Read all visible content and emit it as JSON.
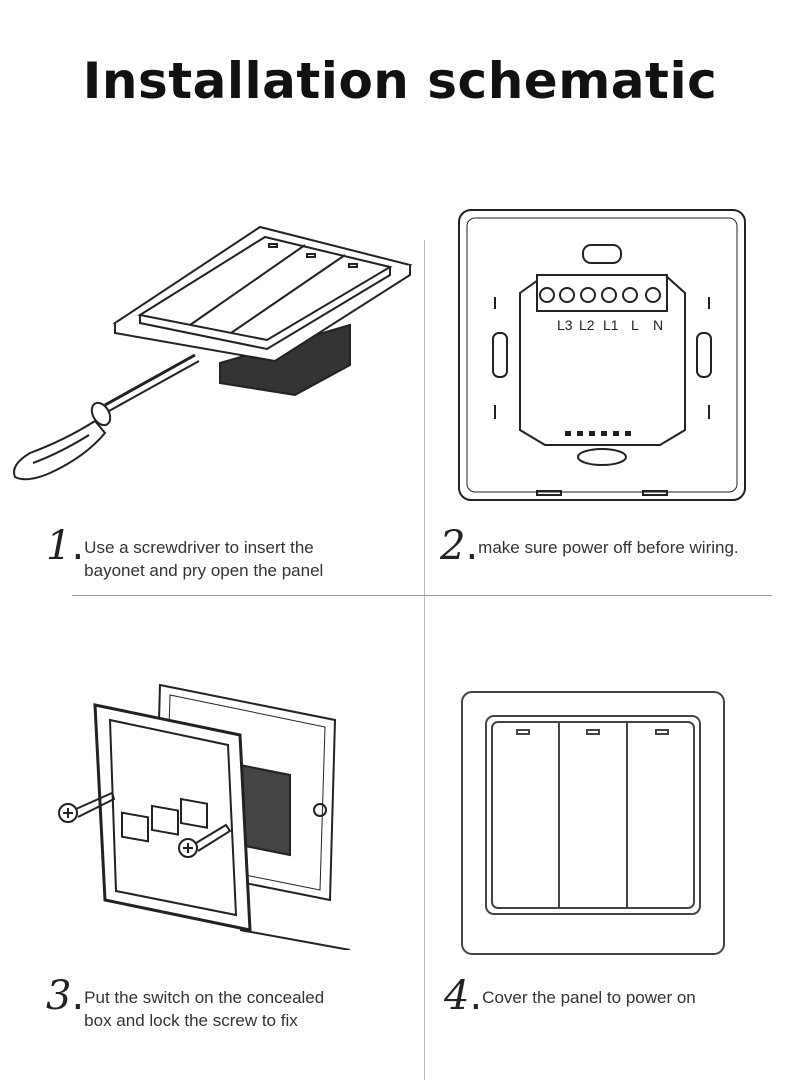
{
  "title": "Installation schematic",
  "steps": [
    {
      "number": "1",
      "line1": "Use a screwdriver to insert the",
      "line2": "bayonet and pry open the panel"
    },
    {
      "number": "2",
      "line1": "make sure power off before wiring.",
      "line2": ""
    },
    {
      "number": "3",
      "line1": "Put the switch on the concealed",
      "line2": "box and lock the screw to fix"
    },
    {
      "number": "4",
      "line1": "Cover the panel to power on",
      "line2": ""
    }
  ],
  "terminals": [
    "L3",
    "L2",
    "L1",
    "L",
    "N"
  ]
}
